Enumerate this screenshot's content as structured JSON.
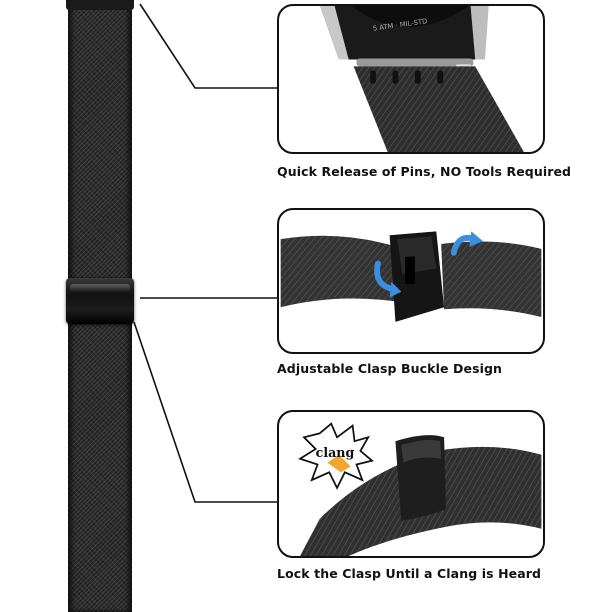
{
  "product": {
    "name": "milanese-mesh-watch-band",
    "colors": {
      "band": "#2c2c2c",
      "outline": "#111111",
      "arrow": "#3b8fe0",
      "burst": "#f0a830"
    }
  },
  "features": [
    {
      "caption": "Quick Release of Pins, NO Tools Required",
      "watch_engraving": "5 ATM · MIL-STD"
    },
    {
      "caption": "Adjustable Clasp Buckle Design",
      "icon": "rotate-arrows"
    },
    {
      "caption": "Lock the Clasp Until a Clang is Heard",
      "sound_effect": "clang"
    }
  ]
}
